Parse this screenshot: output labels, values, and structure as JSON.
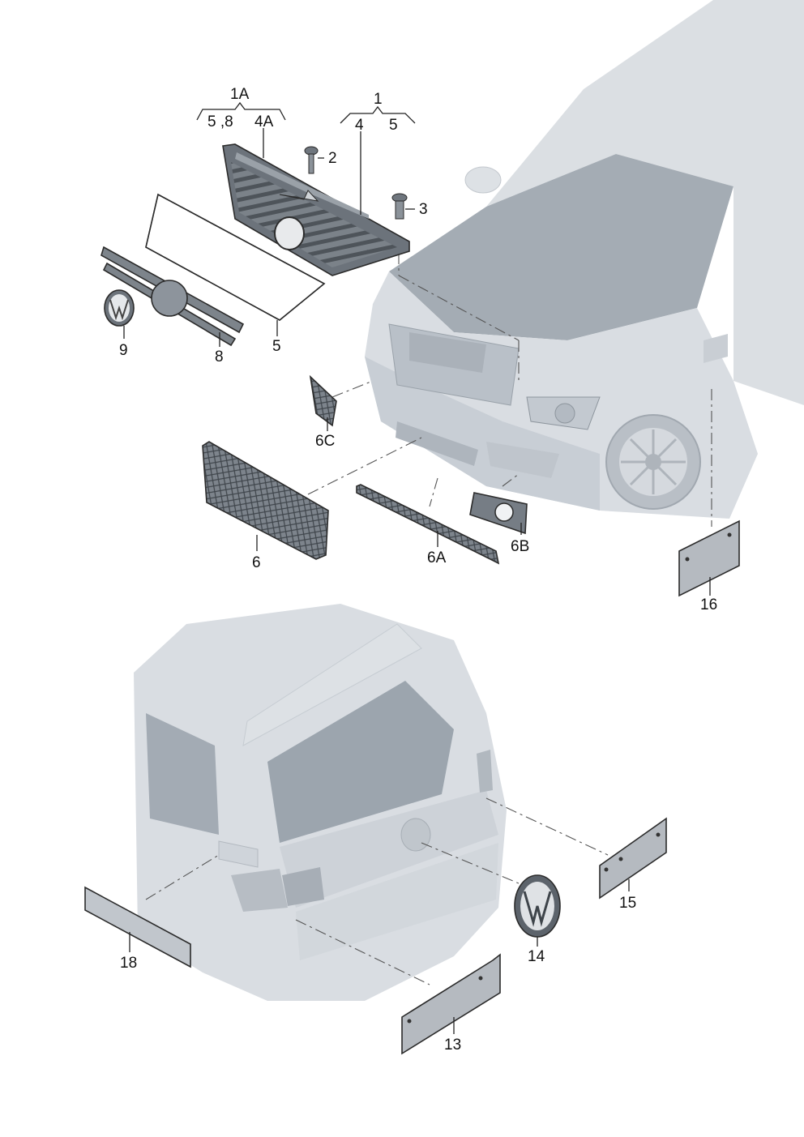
{
  "callouts": {
    "c1A": "1A",
    "c58": "5 ,8",
    "c4A": "4A",
    "c1": "1",
    "c4": "4",
    "c5top": "5",
    "c2": "2",
    "c3": "3",
    "c9": "9",
    "c8": "8",
    "c5": "5",
    "c6C": "6C",
    "c6": "6",
    "c6A": "6A",
    "c6B": "6B",
    "c16": "16",
    "c15": "15",
    "c14": "14",
    "c18": "18",
    "c13": "13"
  },
  "colors": {
    "car_body": "#d9dde2",
    "car_shadow": "#c5cbd3",
    "glass": "#9aa3ad",
    "part_fill": "#8f969e",
    "part_dark": "#5f666e",
    "plate": "#b5bac0"
  }
}
